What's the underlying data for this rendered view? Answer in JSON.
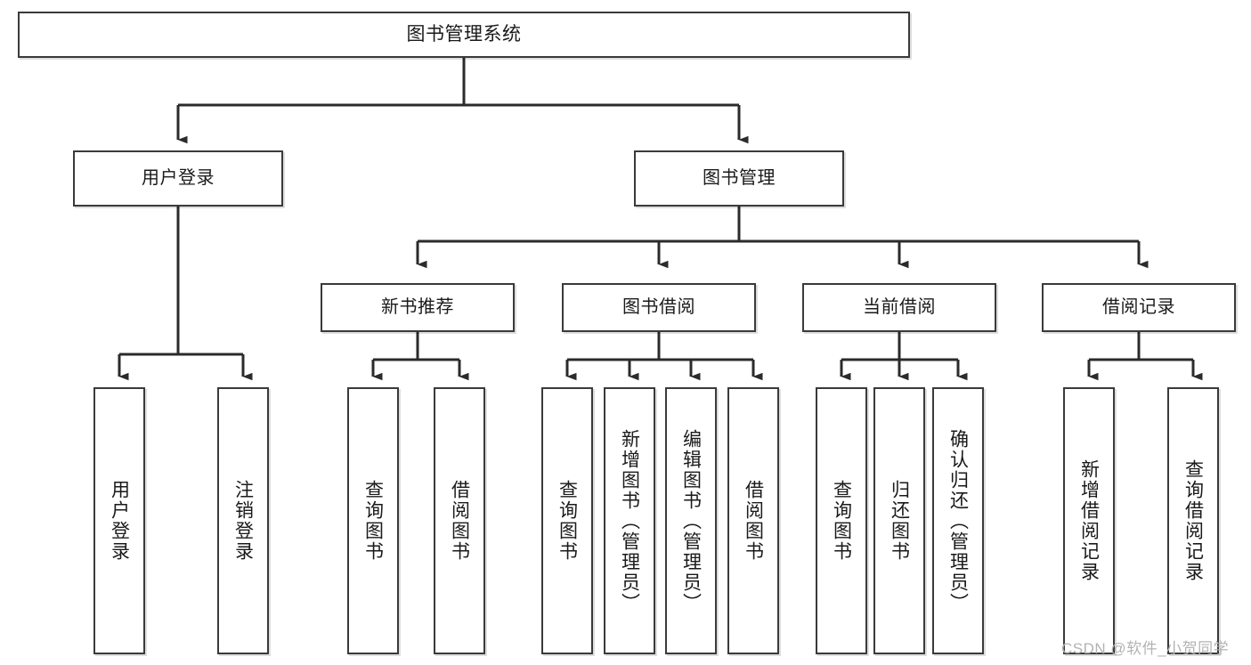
{
  "diagram": {
    "title": "图书管理系统",
    "watermark": "CSDN @软件_小贺同学",
    "stroke_color": "#3a3a3a",
    "background_color": "#ffffff",
    "nodes": {
      "root": {
        "label": "图书管理系统"
      },
      "user_login": {
        "label": "用户登录"
      },
      "book_manage": {
        "label": "图书管理"
      },
      "new_book_rec": {
        "label": "新书推荐"
      },
      "book_borrow": {
        "label": "图书借阅"
      },
      "current_borrow": {
        "label": "当前借阅"
      },
      "borrow_record": {
        "label": "借阅记录"
      },
      "leaf_user_login": {
        "label": "用户登录"
      },
      "leaf_logout": {
        "label": "注销登录"
      },
      "leaf_query_book_1": {
        "label": "查询图书"
      },
      "leaf_borrow_book_1": {
        "label": "借阅图书"
      },
      "leaf_query_book_2": {
        "label": "查询图书"
      },
      "leaf_add_book": {
        "label": "新增图书（管理员）"
      },
      "leaf_edit_book": {
        "label": "编辑图书（管理员）"
      },
      "leaf_borrow_book_2": {
        "label": "借阅图书"
      },
      "leaf_query_book_3": {
        "label": "查询图书"
      },
      "leaf_return_book": {
        "label": "归还图书"
      },
      "leaf_confirm_return": {
        "label": "确认归还（管理员）"
      },
      "leaf_add_record": {
        "label": "新增借阅记录"
      },
      "leaf_query_record": {
        "label": "查询借阅记录"
      }
    },
    "hierarchy": {
      "图书管理系统": [
        "用户登录",
        "图书管理"
      ],
      "用户登录": [
        "用户登录",
        "注销登录"
      ],
      "图书管理": [
        "新书推荐",
        "图书借阅",
        "当前借阅",
        "借阅记录"
      ],
      "新书推荐": [
        "查询图书",
        "借阅图书"
      ],
      "图书借阅": [
        "查询图书",
        "新增图书（管理员）",
        "编辑图书（管理员）",
        "借阅图书"
      ],
      "当前借阅": [
        "查询图书",
        "归还图书",
        "确认归还（管理员）"
      ],
      "借阅记录": [
        "新增借阅记录",
        "查询借阅记录"
      ]
    }
  }
}
